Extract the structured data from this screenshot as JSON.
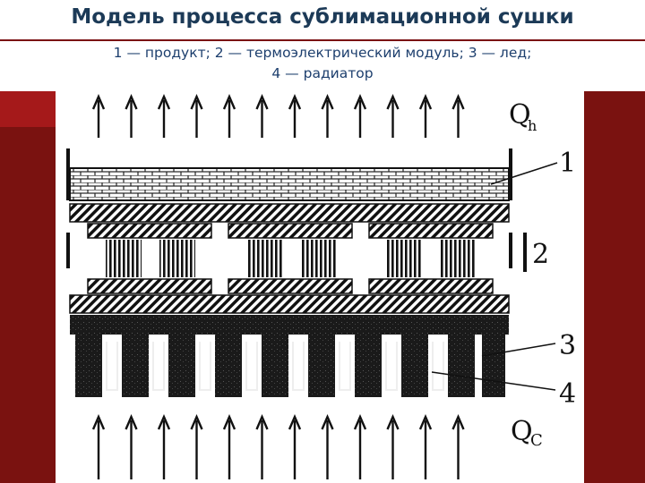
{
  "header": {
    "title": "Модель процесса сублимационной сушки"
  },
  "caption": {
    "line1": "1 — продукт; 2 — термоэлектрический модуль; 3 — лед;",
    "line2": "4 — радиатор"
  },
  "diagram": {
    "heat_top_label": "Q",
    "heat_top_sub": "h",
    "heat_bottom_label": "Q",
    "heat_bottom_sub": "C",
    "callouts": [
      "1",
      "2",
      "3",
      "4"
    ]
  },
  "colors": {
    "title": "#1c3a57",
    "caption": "#1d3f6e",
    "side_panel": "#7a1210",
    "accent_rule": "#7a0f12"
  }
}
